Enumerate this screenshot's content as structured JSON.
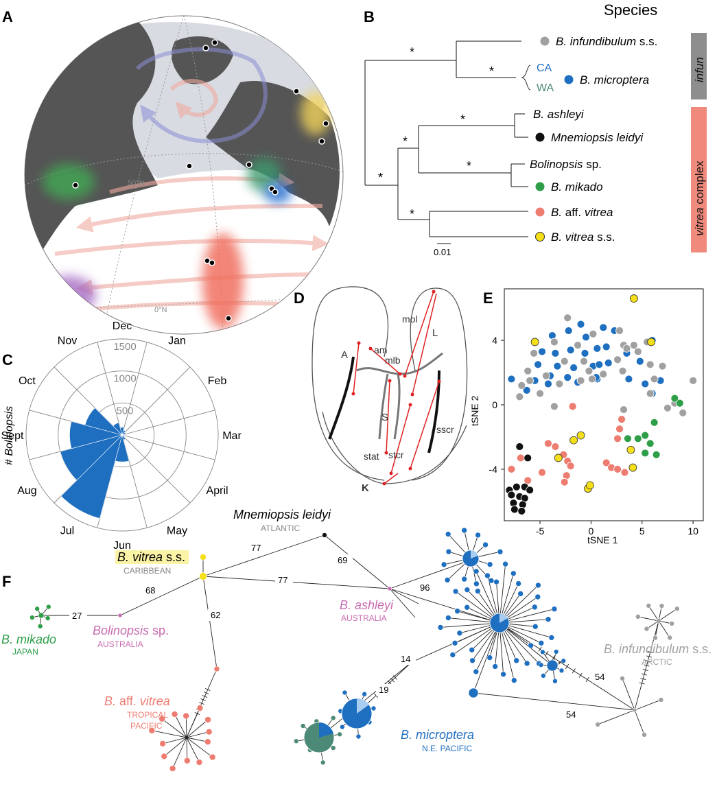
{
  "panels": {
    "A": {
      "letter": "A",
      "lat50": "50°N",
      "lat0": "0°N"
    },
    "B": {
      "letter": "B",
      "header": "Species",
      "taxa": [
        {
          "pre": "B. infundibulum",
          "post": " s.s.",
          "color": "#a0a0a0"
        },
        {
          "pre": "B. microptera",
          "post": "",
          "color": "#1f6fc0"
        },
        {
          "pre": "B. ashleyi",
          "post": "",
          "color": ""
        },
        {
          "pre": "Mnemiopsis leidyi",
          "post": "",
          "color": "#111111"
        },
        {
          "pre": "Bolinopsis",
          "post": " sp.",
          "color": ""
        },
        {
          "pre": "B. mikado",
          "post": "",
          "color": "#2e9e48"
        },
        {
          "pre": "B.",
          "mid": " aff. ",
          "post": "vitrea",
          "color": "#ee7d71"
        },
        {
          "pre": "B. vitrea",
          "post": " s.s.",
          "color": "#f5df1a"
        }
      ],
      "ca": "CA",
      "wa": "WA",
      "star": "*",
      "group_infun": "infun",
      "group_vitrea_a": "vitrea",
      "group_vitrea_b": " complex",
      "scale": "0.01"
    },
    "C": {
      "letter": "C",
      "ylabel": "# Bolinopsis",
      "months": [
        "Dec",
        "Jan",
        "Feb",
        "Mar",
        "April",
        "May",
        "Jun",
        "Jul",
        "Aug",
        "Sept",
        "Oct",
        "Nov"
      ],
      "rings": [
        "1500",
        "1000",
        "500"
      ]
    },
    "D": {
      "letter": "D",
      "labels": [
        "am",
        "mol",
        "L",
        "A",
        "mlb",
        "S",
        "sscr",
        "stat",
        "stcr",
        "K"
      ]
    },
    "E": {
      "letter": "E",
      "xlabel": "tSNE 1",
      "ylabel": "tSNE 2",
      "xticks": [
        "-5",
        "0",
        "5",
        "10"
      ],
      "yticks": [
        "4",
        "0",
        "-4"
      ]
    },
    "F": {
      "letter": "F",
      "mnemiopsis": "Mnemiopsis leidyi",
      "atlantic": "ATLANTIC",
      "vitrea": "B. vitrea",
      "vitrea_ss": " s.s.",
      "caribbean": "CARIBBEAN",
      "mikado": "B. mikado",
      "japan": "JAPAN",
      "bolsp": "Bolinopsis",
      "bolsp_post": " sp.",
      "australia": "AUSTRALIA",
      "ashleyi": "B. ashleyi",
      "australia2": "AUSTRALIA",
      "affv_pre": "B.",
      "affv_mid": " aff. ",
      "affv_post": "vitrea",
      "tropical": "TROPICAL",
      "pacific": "PACIFIC",
      "micro": "B. microptera",
      "nepac": "N.E. PACIFIC",
      "infund": "B. infundibulum",
      "infund_post": " s.s.",
      "arctic": "ARCTIC",
      "edges": [
        "77",
        "69",
        "77",
        "96",
        "68",
        "27",
        "62",
        "14",
        "19",
        "54",
        "54"
      ]
    }
  },
  "chart_data": [
    {
      "type": "bar",
      "title": "",
      "radial": true,
      "categories": [
        "Jan",
        "Feb",
        "Mar",
        "April",
        "May",
        "Jun",
        "Jul",
        "Aug",
        "Sept",
        "Oct",
        "Nov",
        "Dec"
      ],
      "values": [
        80,
        60,
        40,
        40,
        80,
        420,
        1350,
        1000,
        820,
        600,
        200,
        120
      ],
      "ylabel": "# Bolinopsis",
      "ylim": [
        0,
        1500
      ]
    },
    {
      "type": "scatter",
      "title": "",
      "xlabel": "tSNE 1",
      "ylabel": "tSNE 2",
      "xlim": [
        -8.5,
        11
      ],
      "ylim": [
        -7.2,
        7.2
      ],
      "series": [
        {
          "name": "B. microptera",
          "color": "#1f6fc0",
          "points": [
            [
              -1,
              5
            ],
            [
              -3.8,
              4.3
            ],
            [
              -2.2,
              4.6
            ],
            [
              -0.5,
              4.2
            ],
            [
              1.2,
              4.8
            ],
            [
              2.3,
              4.6
            ],
            [
              -4.8,
              3.3
            ],
            [
              -3.5,
              3.2
            ],
            [
              -2,
              3.4
            ],
            [
              -0.6,
              3.2
            ],
            [
              0.6,
              3.5
            ],
            [
              1.5,
              3.6
            ],
            [
              3.5,
              3.2
            ],
            [
              6,
              4
            ],
            [
              -5.2,
              2.5
            ],
            [
              -3.3,
              2.4
            ],
            [
              -1.7,
              2.3
            ],
            [
              0.2,
              2.4
            ],
            [
              0.8,
              2.5
            ],
            [
              1.7,
              2.6
            ],
            [
              4.8,
              2.7
            ],
            [
              -7.8,
              1.6
            ],
            [
              -5.5,
              1.5
            ],
            [
              -4,
              1.8
            ],
            [
              -2.3,
              1.7
            ],
            [
              -1.3,
              1.4
            ],
            [
              0.6,
              1.6
            ],
            [
              3.7,
              1.6
            ],
            [
              5.3,
              1.3
            ],
            [
              -6.3,
              0.9
            ],
            [
              -4.2,
              1.3
            ],
            [
              0.5,
              1.7
            ],
            [
              6,
              0.7
            ],
            [
              6.8,
              1.5
            ]
          ]
        },
        {
          "name": "B. infundibulum s.s.",
          "color": "#a0a0a0",
          "points": [
            [
              -2.3,
              5.4
            ],
            [
              2.8,
              4.6
            ],
            [
              0.2,
              4.4
            ],
            [
              -3.6,
              3.9
            ],
            [
              4.2,
              3.7
            ],
            [
              5.5,
              3.9
            ],
            [
              3.2,
              3.7
            ],
            [
              -1.3,
              3.7
            ],
            [
              -5.6,
              3.2
            ],
            [
              4.6,
              3.3
            ],
            [
              3.5,
              3.5
            ],
            [
              -2.6,
              2.7
            ],
            [
              -0.7,
              2.7
            ],
            [
              -0.2,
              2.1
            ],
            [
              2.6,
              2.8
            ],
            [
              5.8,
              2.5
            ],
            [
              7,
              2.4
            ],
            [
              3.1,
              2.1
            ],
            [
              -6.2,
              2.1
            ],
            [
              -4.4,
              1.8
            ],
            [
              -1,
              1.5
            ],
            [
              0.1,
              1.6
            ],
            [
              1.2,
              1.9
            ],
            [
              10,
              1.5
            ],
            [
              -6.8,
              1.2
            ],
            [
              -3.1,
              1.3
            ],
            [
              -5,
              0.7
            ],
            [
              -7,
              0.5
            ],
            [
              -3.6,
              -0.1
            ],
            [
              8.2,
              0.1
            ],
            [
              9,
              -0.5
            ],
            [
              5.8,
              0.7
            ],
            [
              7.5,
              -0.2
            ],
            [
              3.2,
              -0.3
            ],
            [
              -6,
              1.5
            ],
            [
              6.2,
              1.6
            ]
          ]
        },
        {
          "name": "B. aff. vitrea",
          "color": "#ee7d71",
          "points": [
            [
              -1.8,
              -0.1
            ],
            [
              3,
              -0.9
            ],
            [
              2.6,
              -2.1
            ],
            [
              -4.2,
              -2.4
            ],
            [
              -3.5,
              -2.6
            ],
            [
              -2.7,
              -3.1
            ],
            [
              -2.3,
              -3.5
            ],
            [
              -2,
              -3.8
            ],
            [
              -2.4,
              -4.4
            ],
            [
              -2.6,
              -4.8
            ],
            [
              1.5,
              -3.6
            ],
            [
              2,
              -3.9
            ],
            [
              2.6,
              -4
            ],
            [
              3.3,
              -4.2
            ],
            [
              -7.8,
              -4
            ],
            [
              -6.9,
              -3.3
            ],
            [
              -4.8,
              -4.2
            ],
            [
              2.8,
              -1.5
            ],
            [
              -6.2,
              -4.7
            ]
          ]
        },
        {
          "name": "B. vitrea s.s.",
          "color": "#f5df1a",
          "points": [
            [
              4.2,
              6.6
            ],
            [
              -5.5,
              3.9
            ],
            [
              5.9,
              3.9
            ],
            [
              -1,
              -1.9
            ],
            [
              -1.7,
              -2.2
            ],
            [
              3.9,
              -2.8
            ],
            [
              -3.2,
              -3.3
            ],
            [
              -0.3,
              -5.2
            ],
            [
              -0.1,
              -5
            ],
            [
              4.1,
              -3.9
            ]
          ]
        },
        {
          "name": "B. mikado",
          "color": "#2e9e48",
          "points": [
            [
              8.2,
              0.4
            ],
            [
              8.7,
              0.1
            ],
            [
              6.2,
              -1.1
            ],
            [
              5.3,
              -1.9
            ],
            [
              4.6,
              -2.1
            ],
            [
              3.6,
              -2.1
            ],
            [
              5.8,
              -2.4
            ],
            [
              5.3,
              -3
            ],
            [
              6.4,
              -3.1
            ]
          ]
        },
        {
          "name": "Mnemiopsis leidyi",
          "color": "#111111",
          "points": [
            [
              -7,
              -2.6
            ],
            [
              -6.2,
              -3.3
            ],
            [
              -8,
              -5.3
            ],
            [
              -7.3,
              -5.1
            ],
            [
              -6.5,
              -5.1
            ],
            [
              -6,
              -5.3
            ],
            [
              -7.8,
              -5.6
            ],
            [
              -7,
              -5.7
            ],
            [
              -6.5,
              -5.8
            ],
            [
              -7.6,
              -6.1
            ],
            [
              -6.7,
              -6.2
            ],
            [
              -7.5,
              -6.5
            ],
            [
              -6.8,
              -6.6
            ]
          ]
        }
      ]
    }
  ]
}
